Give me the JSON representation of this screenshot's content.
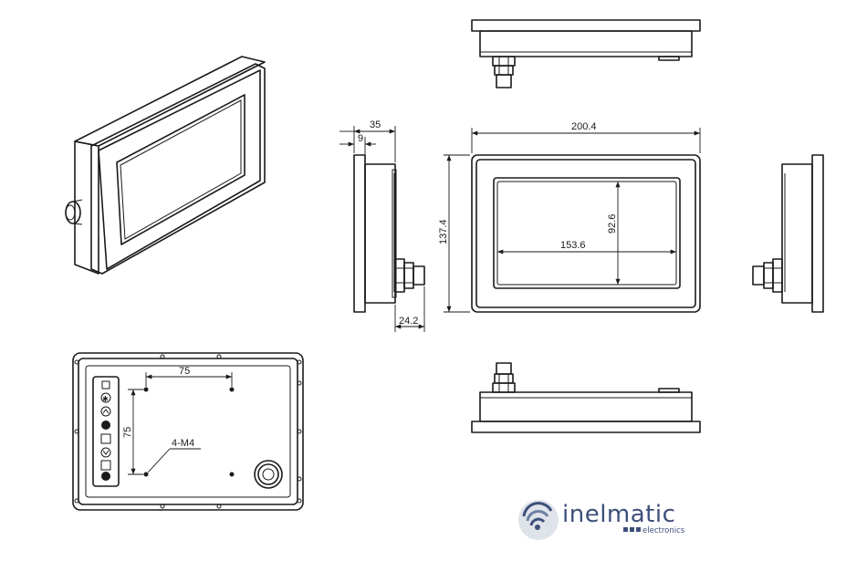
{
  "dimensions": {
    "width_overall": "200.4",
    "height_overall": "137.4",
    "depth_total": "35",
    "depth_bezel": "9",
    "gland_offset": "24.2",
    "screen_width": "153.6",
    "screen_height": "92.6",
    "vesa_horizontal": "75",
    "vesa_vertical": "75",
    "screw_spec": "4-M4"
  },
  "logo": {
    "brand": "inelmatic",
    "subtitle": "electronics",
    "color": "#3d4f7a"
  }
}
